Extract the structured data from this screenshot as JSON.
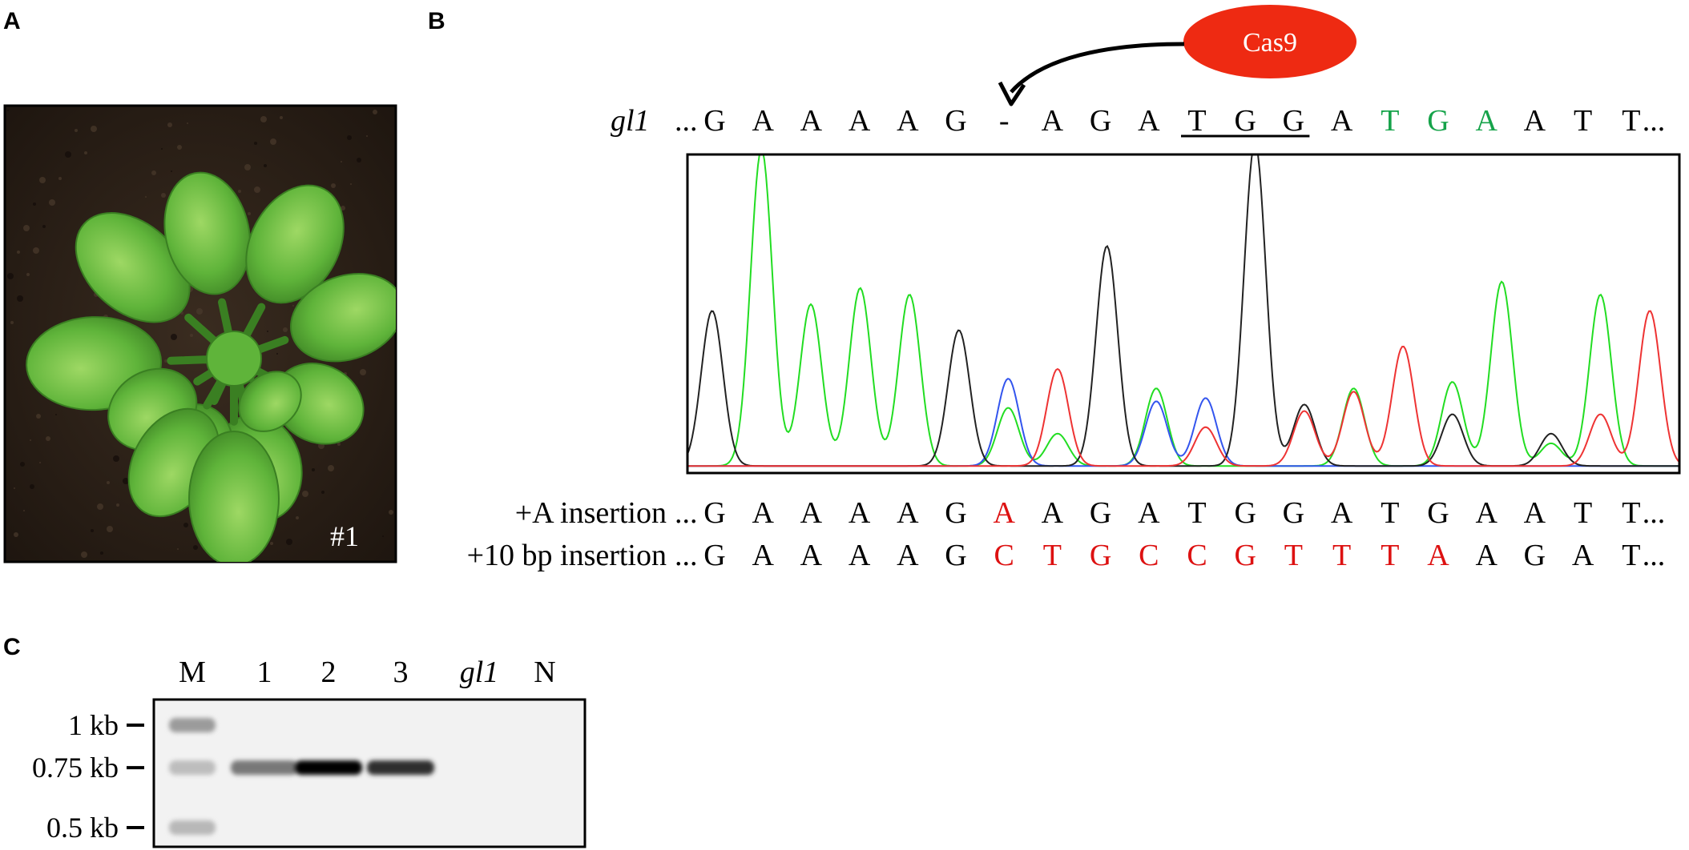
{
  "panels": {
    "a": {
      "letter": "A",
      "photo_label": "#1",
      "photo_colors": {
        "soil": "#2c2119",
        "leaf": "#5fb43a",
        "leaf_light": "#9ed864",
        "leaf_dark": "#3a7f22"
      }
    },
    "b": {
      "letter": "B",
      "enzyme_label": "Cas9",
      "enzyme_color": "#ee2a12",
      "reference": {
        "name": "gl1",
        "prefix": "...",
        "bases": [
          {
            "base": "G",
            "color": "#000000"
          },
          {
            "base": "A",
            "color": "#000000"
          },
          {
            "base": "A",
            "color": "#000000"
          },
          {
            "base": "A",
            "color": "#000000"
          },
          {
            "base": "A",
            "color": "#000000"
          },
          {
            "base": "G",
            "color": "#000000"
          },
          {
            "base": "-",
            "color": "#000000"
          },
          {
            "base": "A",
            "color": "#000000"
          },
          {
            "base": "G",
            "color": "#000000"
          },
          {
            "base": "A",
            "color": "#000000"
          },
          {
            "base": "T",
            "color": "#000000"
          },
          {
            "base": "G",
            "color": "#000000"
          },
          {
            "base": "G",
            "color": "#000000"
          },
          {
            "base": "A",
            "color": "#000000"
          },
          {
            "base": "T",
            "color": "#16a34a"
          },
          {
            "base": "G",
            "color": "#16a34a"
          },
          {
            "base": "A",
            "color": "#16a34a"
          },
          {
            "base": "A",
            "color": "#000000"
          },
          {
            "base": "T",
            "color": "#000000"
          },
          {
            "base": "T",
            "color": "#000000"
          }
        ],
        "suffix": "...",
        "underlined_range": [
          10,
          12
        ],
        "cut_site_index": 6
      },
      "chromatogram": {
        "trace_colors": {
          "A": "#22dd22",
          "C": "#3355ee",
          "G": "#222222",
          "T": "#ee3333"
        },
        "peaks": [
          {
            "color": "G",
            "height": 0.48
          },
          {
            "color": "A",
            "height": 0.98
          },
          {
            "color": "A",
            "height": 0.5
          },
          {
            "color": "A",
            "height": 0.55
          },
          {
            "color": "A",
            "height": 0.53
          },
          {
            "color": "G",
            "height": 0.42
          },
          {
            "color": "C",
            "height": 0.27,
            "secondary": {
              "color": "A",
              "height": 0.18
            }
          },
          {
            "color": "T",
            "height": 0.3,
            "secondary": {
              "color": "A",
              "height": 0.1
            }
          },
          {
            "color": "G",
            "height": 0.68
          },
          {
            "color": "C",
            "height": 0.2,
            "secondary": {
              "color": "A",
              "height": 0.24
            }
          },
          {
            "color": "C",
            "height": 0.21,
            "secondary": {
              "color": "T",
              "height": 0.12
            }
          },
          {
            "color": "G",
            "height": 1.0
          },
          {
            "color": "G",
            "height": 0.19,
            "secondary": {
              "color": "T",
              "height": 0.17
            }
          },
          {
            "color": "A",
            "height": 0.24,
            "secondary": {
              "color": "T",
              "height": 0.23
            }
          },
          {
            "color": "T",
            "height": 0.37
          },
          {
            "color": "A",
            "height": 0.26,
            "secondary": {
              "color": "G",
              "height": 0.16
            }
          },
          {
            "color": "A",
            "height": 0.57
          },
          {
            "color": "G",
            "height": 0.1,
            "secondary": {
              "color": "A",
              "height": 0.07
            }
          },
          {
            "color": "A",
            "height": 0.53,
            "secondary": {
              "color": "T",
              "height": 0.16
            }
          },
          {
            "color": "T",
            "height": 0.48
          }
        ]
      },
      "alleles": [
        {
          "label": "+A insertion",
          "prefix": "...",
          "bases": [
            {
              "base": "G",
              "color": "#000000"
            },
            {
              "base": "A",
              "color": "#000000"
            },
            {
              "base": "A",
              "color": "#000000"
            },
            {
              "base": "A",
              "color": "#000000"
            },
            {
              "base": "A",
              "color": "#000000"
            },
            {
              "base": "G",
              "color": "#000000"
            },
            {
              "base": "A",
              "color": "#dd1111"
            },
            {
              "base": "A",
              "color": "#000000"
            },
            {
              "base": "G",
              "color": "#000000"
            },
            {
              "base": "A",
              "color": "#000000"
            },
            {
              "base": "T",
              "color": "#000000"
            },
            {
              "base": "G",
              "color": "#000000"
            },
            {
              "base": "G",
              "color": "#000000"
            },
            {
              "base": "A",
              "color": "#000000"
            },
            {
              "base": "T",
              "color": "#000000"
            },
            {
              "base": "G",
              "color": "#000000"
            },
            {
              "base": "A",
              "color": "#000000"
            },
            {
              "base": "A",
              "color": "#000000"
            },
            {
              "base": "T",
              "color": "#000000"
            },
            {
              "base": "T",
              "color": "#000000"
            }
          ],
          "suffix": "..."
        },
        {
          "label": "+10 bp insertion",
          "prefix": "...",
          "bases": [
            {
              "base": "G",
              "color": "#000000"
            },
            {
              "base": "A",
              "color": "#000000"
            },
            {
              "base": "A",
              "color": "#000000"
            },
            {
              "base": "A",
              "color": "#000000"
            },
            {
              "base": "A",
              "color": "#000000"
            },
            {
              "base": "G",
              "color": "#000000"
            },
            {
              "base": "C",
              "color": "#dd1111"
            },
            {
              "base": "T",
              "color": "#dd1111"
            },
            {
              "base": "G",
              "color": "#dd1111"
            },
            {
              "base": "C",
              "color": "#dd1111"
            },
            {
              "base": "C",
              "color": "#dd1111"
            },
            {
              "base": "G",
              "color": "#dd1111"
            },
            {
              "base": "T",
              "color": "#dd1111"
            },
            {
              "base": "T",
              "color": "#dd1111"
            },
            {
              "base": "T",
              "color": "#dd1111"
            },
            {
              "base": "A",
              "color": "#dd1111"
            },
            {
              "base": "A",
              "color": "#000000"
            },
            {
              "base": "G",
              "color": "#000000"
            },
            {
              "base": "A",
              "color": "#000000"
            },
            {
              "base": "T",
              "color": "#000000"
            }
          ],
          "suffix": "..."
        }
      ]
    },
    "c": {
      "letter": "C",
      "lanes": [
        {
          "label": "M",
          "italic": false
        },
        {
          "label": "1",
          "italic": false
        },
        {
          "label": "2",
          "italic": false
        },
        {
          "label": "3",
          "italic": false
        },
        {
          "label": "gl1",
          "italic": true
        },
        {
          "label": "N",
          "italic": false
        }
      ],
      "size_markers": [
        {
          "label": "1 kb",
          "kb": 1.0
        },
        {
          "label": "0.75 kb",
          "kb": 0.75
        },
        {
          "label": "0.5 kb",
          "kb": 0.5
        }
      ],
      "bands": [
        {
          "lane": 0,
          "kb": 1.0,
          "intensity": 0.35
        },
        {
          "lane": 0,
          "kb": 0.75,
          "intensity": 0.2
        },
        {
          "lane": 0,
          "kb": 0.5,
          "intensity": 0.22
        },
        {
          "lane": 1,
          "kb": 0.75,
          "intensity": 0.5
        },
        {
          "lane": 2,
          "kb": 0.75,
          "intensity": 1.0
        },
        {
          "lane": 3,
          "kb": 0.75,
          "intensity": 0.82
        }
      ]
    }
  }
}
